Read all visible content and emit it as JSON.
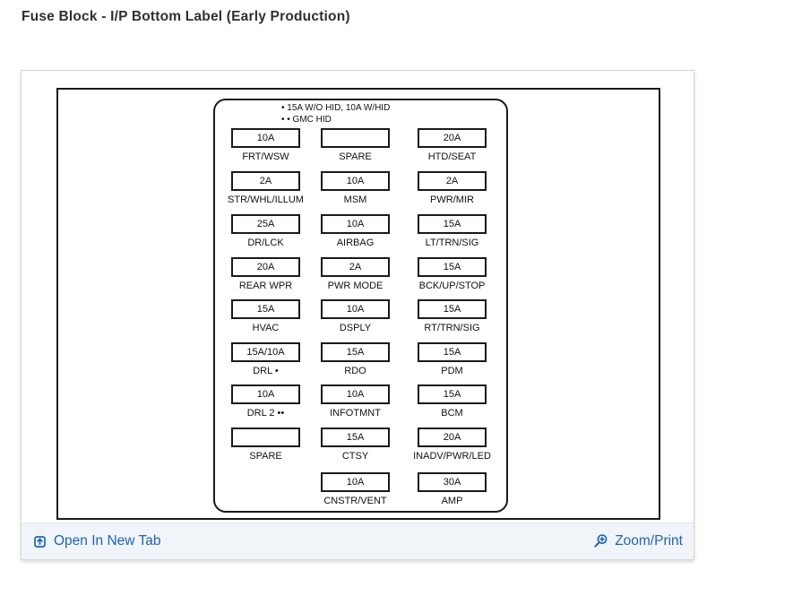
{
  "page": {
    "title": "Fuse Block - I/P Bottom Label (Early Production)"
  },
  "diagram": {
    "notes": [
      "• 15A W/O HID, 10A W/HID",
      "• • GMC HID"
    ],
    "rows": [
      [
        {
          "amp": "10A",
          "label": "FRT/WSW"
        },
        {
          "amp": "",
          "label": "SPARE"
        },
        {
          "amp": "20A",
          "label": "HTD/SEAT"
        }
      ],
      [
        {
          "amp": "2A",
          "label": "STR/WHL/ILLUM"
        },
        {
          "amp": "10A",
          "label": "MSM"
        },
        {
          "amp": "2A",
          "label": "PWR/MIR"
        }
      ],
      [
        {
          "amp": "25A",
          "label": "DR/LCK"
        },
        {
          "amp": "10A",
          "label": "AIRBAG"
        },
        {
          "amp": "15A",
          "label": "LT/TRN/SIG"
        }
      ],
      [
        {
          "amp": "20A",
          "label": "REAR WPR"
        },
        {
          "amp": "2A",
          "label": "PWR MODE"
        },
        {
          "amp": "15A",
          "label": "BCK/UP/STOP"
        }
      ],
      [
        {
          "amp": "15A",
          "label": "HVAC"
        },
        {
          "amp": "10A",
          "label": "DSPLY"
        },
        {
          "amp": "15A",
          "label": "RT/TRN/SIG"
        }
      ],
      [
        {
          "amp": "15A/10A",
          "label": "DRL •"
        },
        {
          "amp": "15A",
          "label": "RDO"
        },
        {
          "amp": "15A",
          "label": "PDM"
        }
      ],
      [
        {
          "amp": "10A",
          "label": "DRL 2 ••"
        },
        {
          "amp": "10A",
          "label": "INFOTMNT"
        },
        {
          "amp": "15A",
          "label": "BCM"
        }
      ],
      [
        {
          "amp": "",
          "label": "SPARE"
        },
        {
          "amp": "15A",
          "label": "CTSY"
        },
        {
          "amp": "20A",
          "label": "INADV/PWR/LED"
        }
      ],
      [
        null,
        {
          "amp": "10A",
          "label": "CNSTR/VENT"
        },
        {
          "amp": "30A",
          "label": "AMP"
        }
      ]
    ]
  },
  "footer": {
    "open_label": "Open In New Tab",
    "zoom_label": "Zoom/Print"
  },
  "colors": {
    "link": "#1d65b1",
    "footer_bg": "#f1f4f8",
    "card_border": "#d6d6d6",
    "diagram_line": "#1a1a1a"
  }
}
